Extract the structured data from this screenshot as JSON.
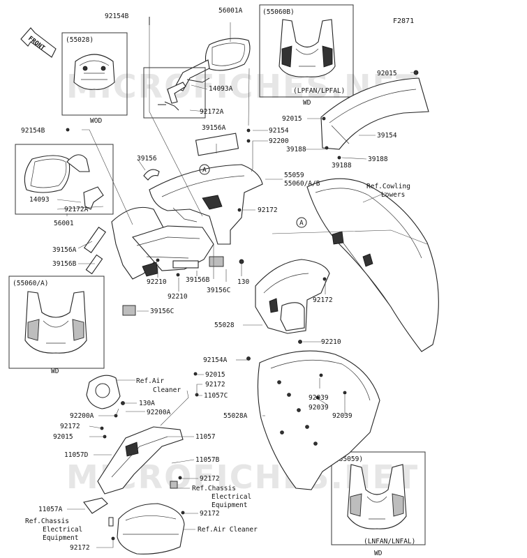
{
  "figure_code": "F2871",
  "watermark": "MICROFICHES.NET",
  "front_label": "FRONT",
  "insets": [
    {
      "id": "55028",
      "label": "(55028)",
      "note": "WOD"
    },
    {
      "id": "55060B",
      "label": "(55060B)",
      "caption": "(LPFAN/LPFAL)",
      "note": "WD"
    },
    {
      "id": "55060A",
      "label": "(55060/A)",
      "note": "WD"
    },
    {
      "id": "55059",
      "label": "(55059)",
      "caption": "(LNFAN/LNFAL)",
      "note": "WD"
    }
  ],
  "callout_letter": "A",
  "part_labels": [
    "92154B",
    "56001A",
    "14093A",
    "92172A",
    "92154B",
    "39156",
    "14093",
    "92172A",
    "56001",
    "39156A",
    "39156B",
    "39156A",
    "92154",
    "92200",
    "55059",
    "55060/A/B",
    "92015",
    "92015",
    "39154",
    "39188",
    "39188",
    "39188",
    "92172",
    "92210",
    "92210",
    "39156B",
    "39156C",
    "130",
    "39156C",
    "92172",
    "55028",
    "92210",
    "92154A",
    "92015",
    "92172",
    "11057C",
    "130A",
    "92200A",
    "92200A",
    "92172",
    "92015",
    "11057D",
    "11057",
    "11057B",
    "92172",
    "92039",
    "92039",
    "92039",
    "55028A",
    "11057A",
    "92172",
    "92172"
  ],
  "ref_labels": [
    [
      "Ref.Cowling",
      "Lowers"
    ],
    [
      "Ref.Air",
      "Cleaner"
    ],
    [
      "Ref.Chassis",
      "Electrical",
      "Equipment"
    ],
    [
      "Ref.Chassis",
      "Electrical",
      "Equipment"
    ],
    [
      "Ref.Air Cleaner"
    ]
  ]
}
